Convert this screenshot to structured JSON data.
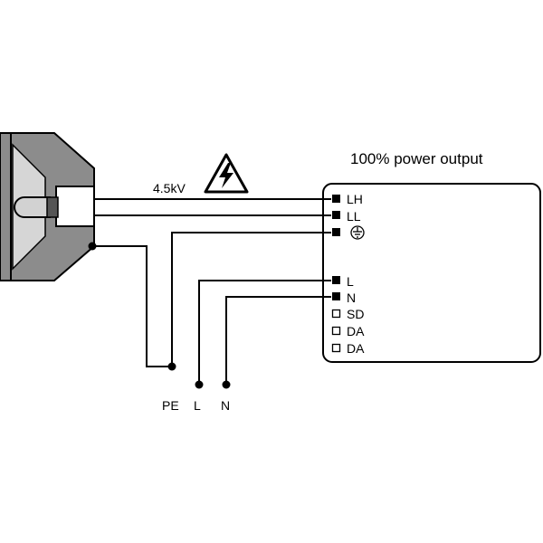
{
  "title": "100% power output",
  "voltage_label": "4.5kV",
  "terminals": {
    "filled": [
      {
        "id": "lh",
        "label": "LH"
      },
      {
        "id": "ll",
        "label": "LL"
      },
      {
        "id": "earth",
        "label": ""
      },
      {
        "id": "l",
        "label": "L"
      },
      {
        "id": "n",
        "label": "N"
      }
    ],
    "open": [
      {
        "id": "sd",
        "label": "SD"
      },
      {
        "id": "da1",
        "label": "DA"
      },
      {
        "id": "da2",
        "label": "DA"
      }
    ]
  },
  "mains": {
    "pe": "PE",
    "l": "L",
    "n": "N"
  },
  "colors": {
    "line": "#000000",
    "lamp_housing": "#8c8c8c",
    "lamp_inner": "#b5b5b5",
    "background": "#ffffff"
  },
  "icons": [
    "high-voltage-warning-icon",
    "earth-ground-icon"
  ]
}
